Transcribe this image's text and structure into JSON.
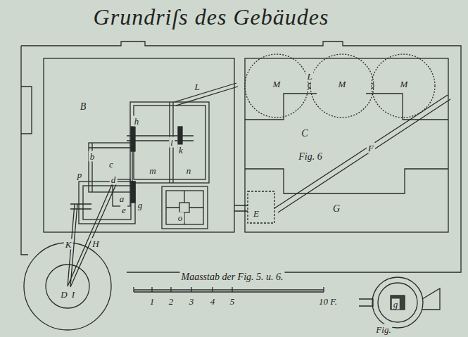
{
  "diagram": {
    "title": "Grundriſs des Gebäudes",
    "labels": [
      "B",
      "L",
      "h",
      "i",
      "k",
      "b",
      "c",
      "m",
      "n",
      "p",
      "d",
      "a",
      "e",
      "g",
      "o",
      "K",
      "H",
      "D",
      "I",
      "M",
      "L",
      "M",
      "M",
      "C",
      "Fig. 6",
      "F",
      "E",
      "G",
      "Maasstab der Fig. 5. u. 6.",
      "1",
      "2",
      "3",
      "4",
      "5",
      "10 F.",
      "g",
      "Fig."
    ]
  }
}
